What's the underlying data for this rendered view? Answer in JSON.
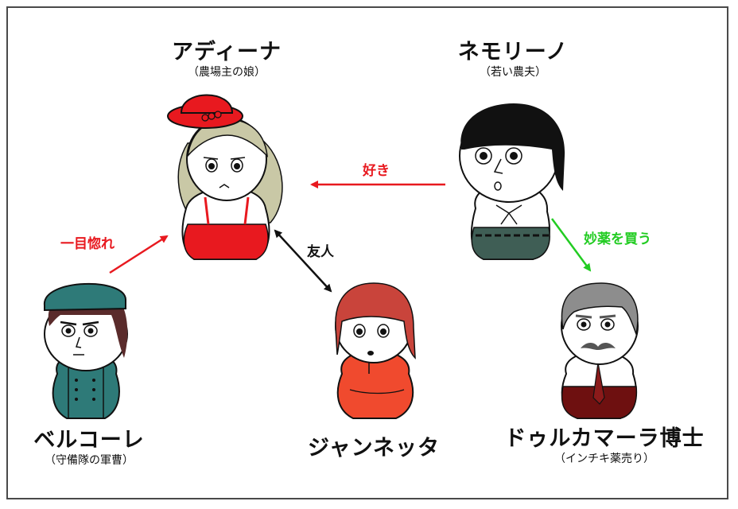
{
  "colors": {
    "love": "#e8191f",
    "potion": "#22cc22",
    "friend": "#111111"
  },
  "characters": {
    "adina": {
      "name": "アディーナ",
      "role": "（農場主の娘）"
    },
    "nemorino": {
      "name": "ネモリーノ",
      "role": "（若い農夫）"
    },
    "belcore": {
      "name": "ベルコーレ",
      "role": "（守備隊の軍曹）"
    },
    "giannetta": {
      "name": "ジャンネッタ"
    },
    "dulcamara": {
      "name": "ドゥルカマーラ博士",
      "role": "（インチキ薬売り）"
    }
  },
  "relations": {
    "nemorino_adina": "好き",
    "belcore_adina": "一目惚れ",
    "adina_giannetta": "友人",
    "nemorino_dulcamara": "妙薬を買う"
  }
}
